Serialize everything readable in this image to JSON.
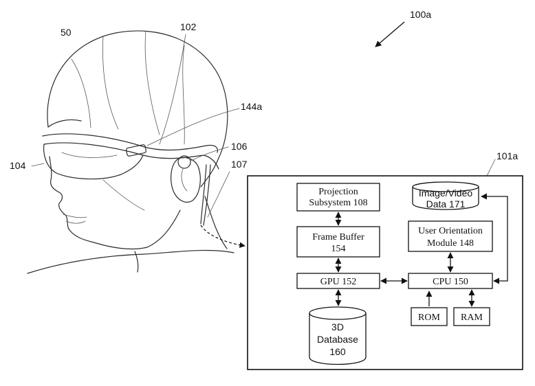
{
  "figure_ref": "100a",
  "head_refs": {
    "user": "50",
    "frame": "102",
    "display": "104",
    "speaker": "106",
    "camera": "144a",
    "cable": "107"
  },
  "system_ref": "101a",
  "blocks": {
    "projection": [
      "Projection",
      "Subsystem 108"
    ],
    "frame_buffer": [
      "Frame Buffer",
      "154"
    ],
    "gpu": "GPU 152",
    "database": [
      "3D",
      "Database",
      "160"
    ],
    "image_video": [
      "Image/Video",
      "Data 171"
    ],
    "user_orientation": [
      "User Orientation",
      "Module 148"
    ],
    "cpu": "CPU 150",
    "rom": "ROM",
    "ram": "RAM"
  }
}
